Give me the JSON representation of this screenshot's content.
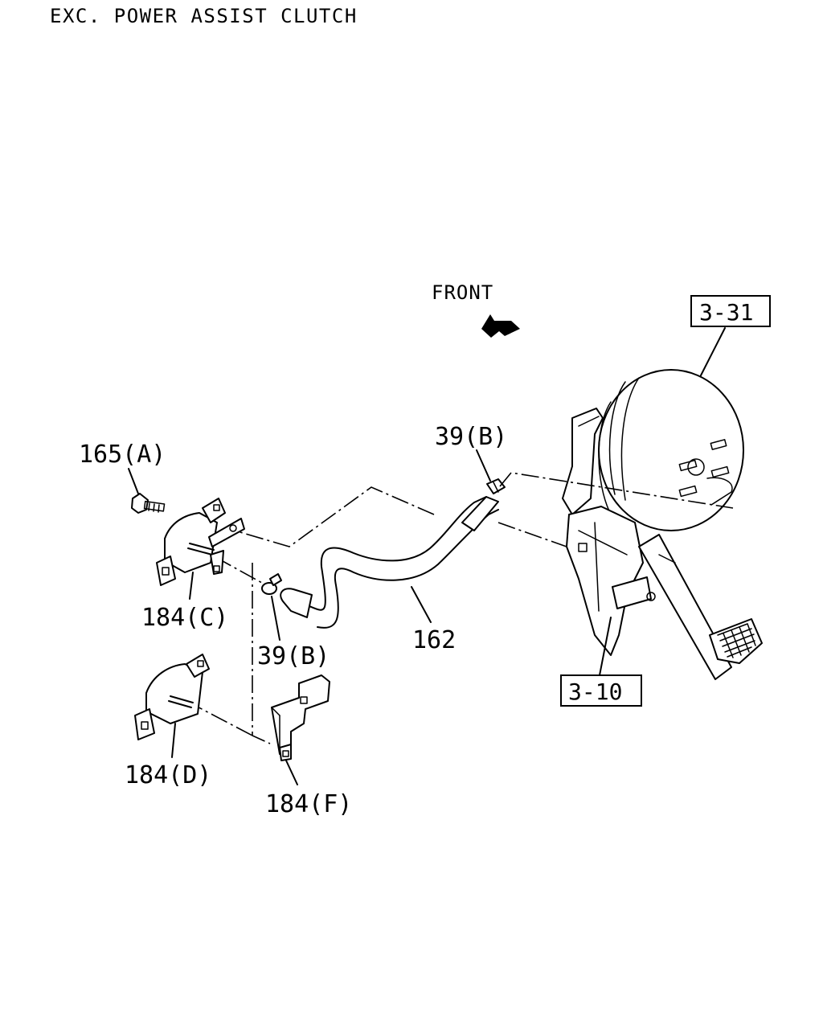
{
  "title": "EXC. POWER ASSIST CLUTCH",
  "front_label": "FRONT",
  "callouts": {
    "ref_331": "3-31",
    "ref_310": "3-10",
    "p165a": "165(A)",
    "p184c": "184(C)",
    "p184d": "184(D)",
    "p184f": "184(F)",
    "p39b_top": "39(B)",
    "p39b_mid": "39(B)",
    "p162": "162"
  },
  "icons": {
    "front_arrow": "front-direction-arrow-icon"
  },
  "colors": {
    "ink": "#000000",
    "paper": "#ffffff"
  }
}
